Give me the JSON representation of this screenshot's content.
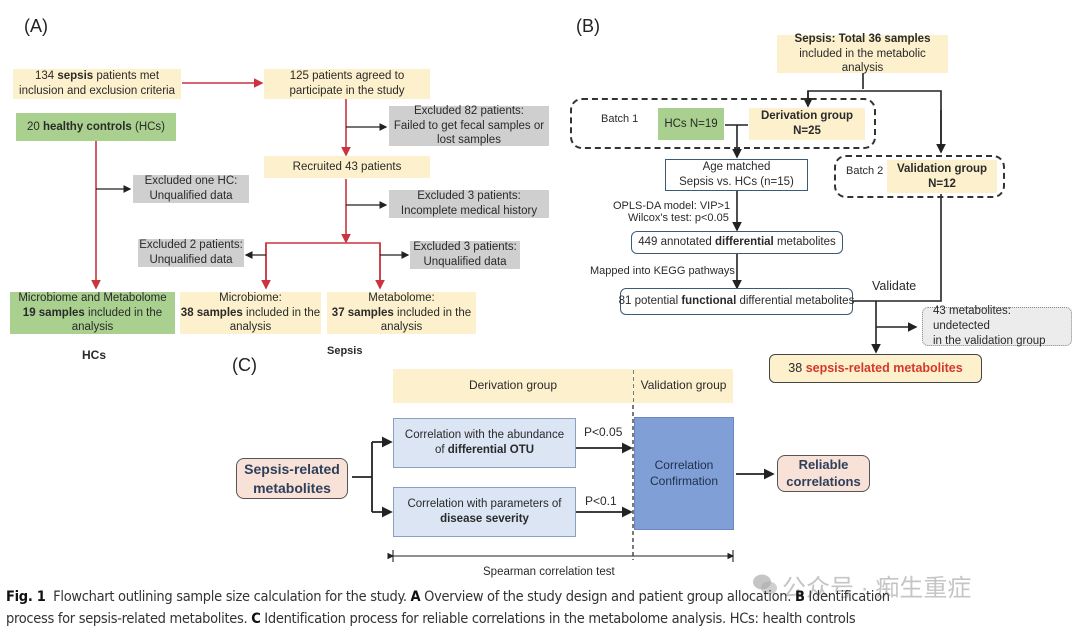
{
  "panelA": {
    "label": "(A)",
    "sepsis_met": {
      "pre": "134 ",
      "bold": "sepsis",
      "post": " patients met",
      "line2": "inclusion and exclusion criteria"
    },
    "agreed": {
      "line1": "125 patients agreed to",
      "line2": "participate in the study"
    },
    "hc": {
      "pre": "20 ",
      "bold": "healthy controls",
      "post": " (HCs)"
    },
    "excl82": {
      "line1": "Excluded 82 patients:",
      "line2": "Failed to get fecal samples or",
      "line3": "lost samples"
    },
    "recruited": "Recruited 43 patients",
    "excl_hc": {
      "line1": "Excluded one HC:",
      "line2": "Unqualified data"
    },
    "excl3_hist": {
      "line1": "Excluded 3 patients:",
      "line2": "Incomplete medical history"
    },
    "excl2": {
      "line1": "Excluded 2 patients:",
      "line2": "Unqualified data"
    },
    "excl3_data": {
      "line1": "Excluded 3 patients:",
      "line2": "Unqualified data"
    },
    "hc_final": {
      "line1": "Microbiome and Metabolome",
      "bold": "19 samples",
      "post": " included in the",
      "line3": "analysis"
    },
    "microbiome": {
      "line1": "Microbiome:",
      "bold": "38 samples",
      "post": " included in the",
      "line3": "analysis"
    },
    "metabolome": {
      "line1": "Metabolome:",
      "bold": "37 samples",
      "post": " included in the",
      "line3": "analysis"
    },
    "hc_label": "HCs",
    "sepsis_label": "Sepsis"
  },
  "panelB": {
    "label": "(B)",
    "total": {
      "bold": "Sepsis: Total 36 samples",
      "line2": "included in the metabolic analysis"
    },
    "batch1": "Batch 1",
    "hcs": "HCs N=19",
    "derivation": {
      "line1": "Derivation group",
      "line2": "N=25"
    },
    "batch2": "Batch 2",
    "validation": {
      "line1": "Validation group",
      "line2": "N=12"
    },
    "age_matched": {
      "line1": "Age matched",
      "line2": "Sepsis vs. HCs (n=15)"
    },
    "opls": "OPLS-DA model:  VIP>1",
    "wilcox": "Wilcox's test: p<0.05",
    "annotated": {
      "pre": "449 annotated ",
      "bold": "differential",
      "post": " metabolites"
    },
    "kegg": "Mapped  into KEGG  pathways",
    "functional": {
      "pre": "81 potential ",
      "bold": "functional",
      "post": " differential metabolites"
    },
    "validate": "Validate",
    "undetected": {
      "line1": "43 metabolites: undetected",
      "line2": "in the validation group"
    },
    "result": {
      "pre": "38 ",
      "red": "sepsis-related metabolites"
    }
  },
  "panelC": {
    "label": "(C)",
    "derivation_header": "Derivation group",
    "validation_header": "Validation group",
    "input": {
      "line1": "Sepsis-related",
      "line2": "metabolites"
    },
    "otu": {
      "line1": "Correlation with the abundance",
      "pre": "of ",
      "bold": "differential OTU"
    },
    "severity": {
      "line1": "Correlation with parameters of",
      "bold": "disease severity"
    },
    "p1": "P<0.05",
    "p2": "P<0.1",
    "confirm": {
      "line1": "Correlation",
      "line2": "Confirmation"
    },
    "output": {
      "line1": "Reliable",
      "line2": "correlations"
    },
    "spearman": "Spearman correlation test"
  },
  "caption": {
    "fig": "Fig. 1",
    "text1": "  Flowchart outlining sample size calculation for the study. ",
    "a": "A",
    "text2": " Overview of the study design and patient group allocation. ",
    "b": "B",
    "text3": " Identification",
    "line2a": "process for sepsis-related metabolites. ",
    "c": "C",
    "line2b": " Identification process for reliable correlations in the metabolome analysis. HCs: health controls"
  },
  "watermark": "公众号 · 痴生重症",
  "colors": {
    "sepsis_flow": "#c9353f",
    "yellow": "#fdf0cd",
    "green": "#a9d08e",
    "grey": "#cfcfcf",
    "blue": "#7f9fd6",
    "result_red": "#d33a2c"
  }
}
